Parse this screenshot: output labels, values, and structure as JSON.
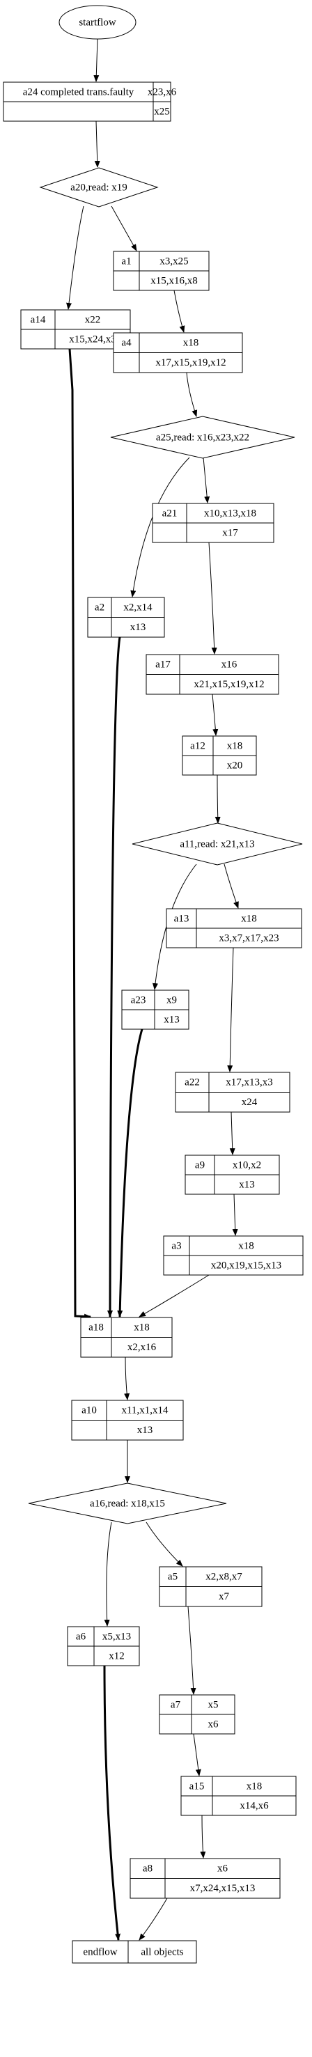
{
  "start": {
    "label": "startflow"
  },
  "nodes": {
    "a24": {
      "name": "a24 completed trans.faulty",
      "top": "x23,x6",
      "bottom": "x25"
    },
    "d20": {
      "label": "a20,read: x19"
    },
    "a1": {
      "name": "a1",
      "top": "x3,x25",
      "bottom": "x15,x16,x8"
    },
    "a14": {
      "name": "a14",
      "top": "x22",
      "bottom": "x15,x24,x3"
    },
    "a4": {
      "name": "a4",
      "top": "x18",
      "bottom": "x17,x15,x19,x12"
    },
    "d25": {
      "label": "a25,read: x16,x23,x22"
    },
    "a21": {
      "name": "a21",
      "top": "x10,x13,x18",
      "bottom": "x17"
    },
    "a2": {
      "name": "a2",
      "top": "x2,x14",
      "bottom": "x13"
    },
    "a17": {
      "name": "a17",
      "top": "x16",
      "bottom": "x21,x15,x19,x12"
    },
    "a12": {
      "name": "a12",
      "top": "x18",
      "bottom": "x20"
    },
    "d11": {
      "label": "a11,read: x21,x13"
    },
    "a13": {
      "name": "a13",
      "top": "x18",
      "bottom": "x3,x7,x17,x23"
    },
    "a23": {
      "name": "a23",
      "top": "x9",
      "bottom": "x13"
    },
    "a22": {
      "name": "a22",
      "top": "x17,x13,x3",
      "bottom": "x24"
    },
    "a9": {
      "name": "a9",
      "top": "x10,x2",
      "bottom": "x13"
    },
    "a3": {
      "name": "a3",
      "top": "x18",
      "bottom": "x20,x19,x15,x13"
    },
    "a18": {
      "name": "a18",
      "top": "x18",
      "bottom": "x2,x16"
    },
    "a10": {
      "name": "a10",
      "top": "x11,x1,x14",
      "bottom": "x13"
    },
    "d16": {
      "label": "a16,read: x18,x15"
    },
    "a5": {
      "name": "a5",
      "top": "x2,x8,x7",
      "bottom": "x7"
    },
    "a6": {
      "name": "a6",
      "top": "x5,x13",
      "bottom": "x12"
    },
    "a7": {
      "name": "a7",
      "top": "x5",
      "bottom": "x6"
    },
    "a15": {
      "name": "a15",
      "top": "x18",
      "bottom": "x14,x6"
    },
    "a8": {
      "name": "a8",
      "top": "x6",
      "bottom": "x7,x24,x15,x13"
    }
  },
  "end": {
    "left": "endflow",
    "right": "all objects"
  },
  "edges": [
    {
      "from": "start",
      "to": "a24",
      "bold": false
    },
    {
      "from": "a24",
      "to": "d20",
      "bold": false
    },
    {
      "from": "d20",
      "to": "a1",
      "bold": false
    },
    {
      "from": "d20",
      "to": "a14",
      "bold": false
    },
    {
      "from": "a1",
      "to": "a4",
      "bold": false
    },
    {
      "from": "a4",
      "to": "d25",
      "bold": false
    },
    {
      "from": "d25",
      "to": "a21",
      "bold": false
    },
    {
      "from": "d25",
      "to": "a2",
      "bold": false
    },
    {
      "from": "a21",
      "to": "a17",
      "bold": false
    },
    {
      "from": "a17",
      "to": "a12",
      "bold": false
    },
    {
      "from": "a12",
      "to": "d11",
      "bold": false
    },
    {
      "from": "d11",
      "to": "a13",
      "bold": false
    },
    {
      "from": "d11",
      "to": "a23",
      "bold": false
    },
    {
      "from": "a13",
      "to": "a22",
      "bold": false
    },
    {
      "from": "a22",
      "to": "a9",
      "bold": false
    },
    {
      "from": "a9",
      "to": "a3",
      "bold": false
    },
    {
      "from": "a14",
      "to": "a18",
      "bold": true
    },
    {
      "from": "a2",
      "to": "a18",
      "bold": true
    },
    {
      "from": "a23",
      "to": "a18",
      "bold": true
    },
    {
      "from": "a3",
      "to": "a18",
      "bold": false
    },
    {
      "from": "a18",
      "to": "a10",
      "bold": false
    },
    {
      "from": "a10",
      "to": "d16",
      "bold": false
    },
    {
      "from": "d16",
      "to": "a5",
      "bold": false
    },
    {
      "from": "d16",
      "to": "a6",
      "bold": false
    },
    {
      "from": "a5",
      "to": "a7",
      "bold": false
    },
    {
      "from": "a7",
      "to": "a15",
      "bold": false
    },
    {
      "from": "a15",
      "to": "a8",
      "bold": false
    },
    {
      "from": "a6",
      "to": "end",
      "bold": true
    },
    {
      "from": "a8",
      "to": "end",
      "bold": false
    }
  ]
}
